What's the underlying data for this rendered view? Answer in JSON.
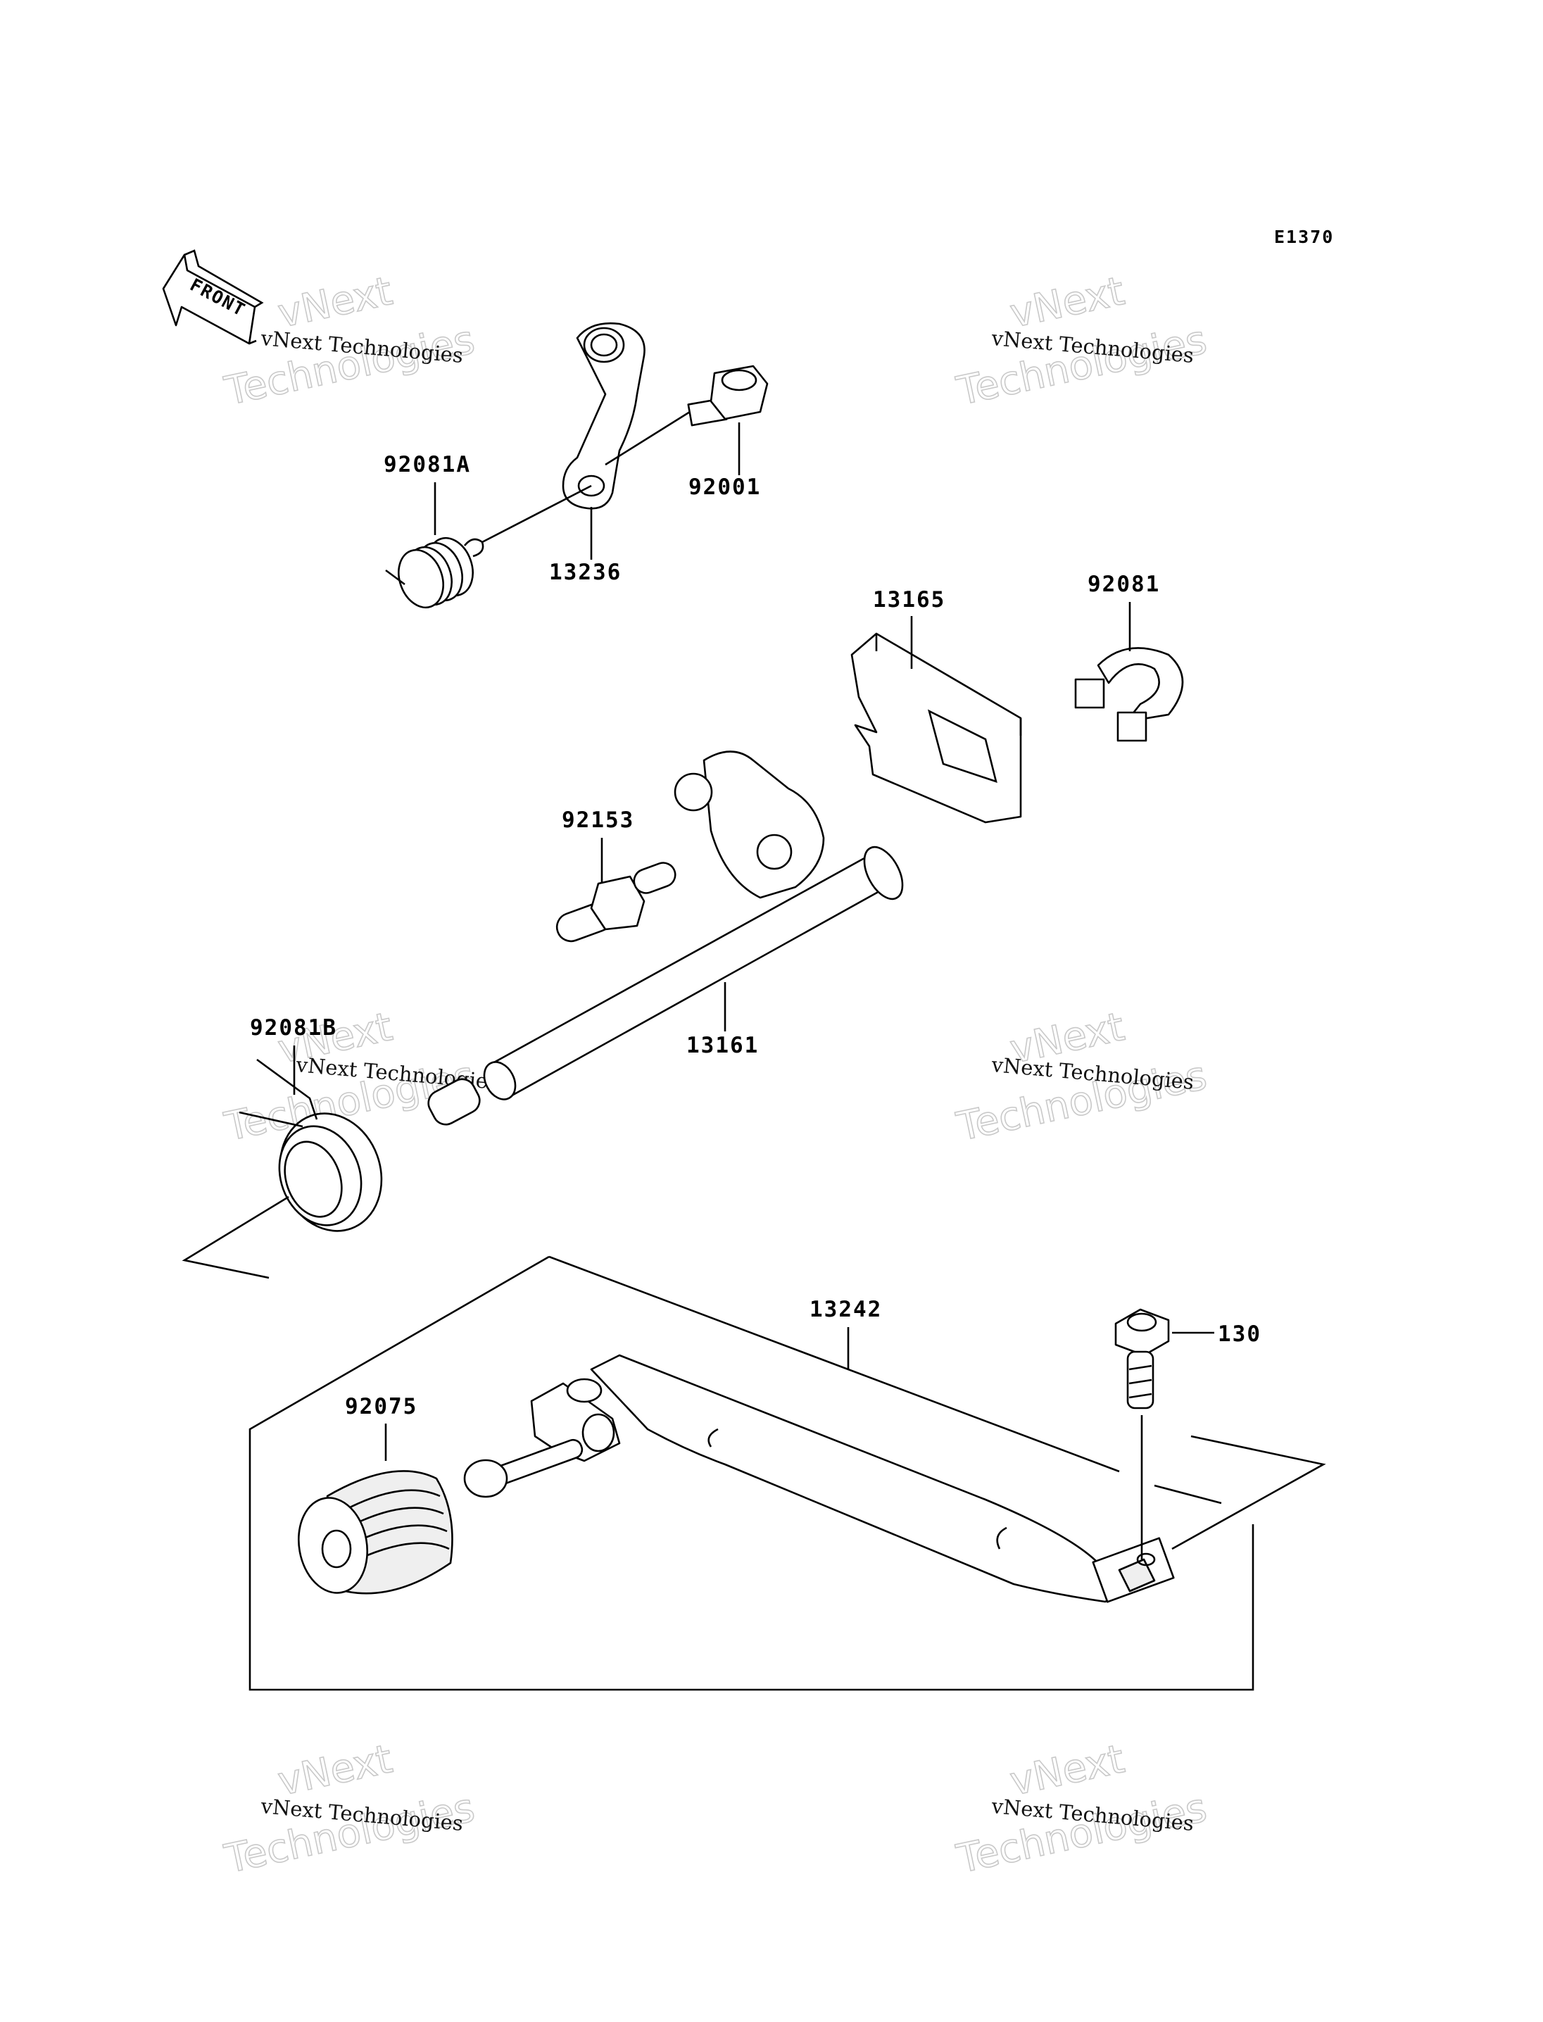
{
  "diagram_code": "E1370",
  "front_label": "FRONT",
  "watermark": {
    "line1": "vNext",
    "line2": "Technologies",
    "small": "vNext Technologies"
  },
  "parts": [
    {
      "id": "p-92081A",
      "label": "92081A"
    },
    {
      "id": "p-92001",
      "label": "92001"
    },
    {
      "id": "p-13236",
      "label": "13236"
    },
    {
      "id": "p-13165",
      "label": "13165"
    },
    {
      "id": "p-92081",
      "label": "92081"
    },
    {
      "id": "p-92153",
      "label": "92153"
    },
    {
      "id": "p-13161",
      "label": "13161"
    },
    {
      "id": "p-92081B",
      "label": "92081B"
    },
    {
      "id": "p-13242",
      "label": "13242"
    },
    {
      "id": "p-130",
      "label": "130"
    },
    {
      "id": "p-92075",
      "label": "92075"
    }
  ]
}
